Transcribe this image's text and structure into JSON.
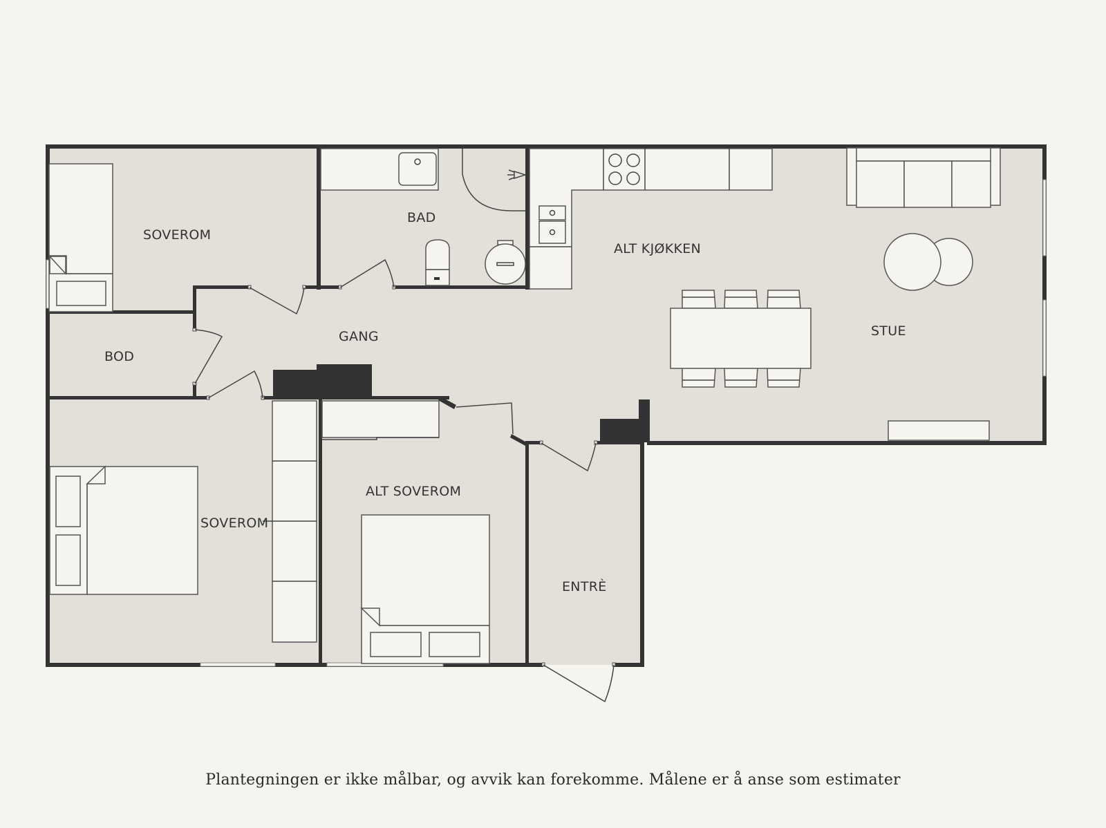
{
  "colors": {
    "background": "#f5f4ef",
    "floor": "#e3e0da",
    "wall": "#333333",
    "furniture": "#f5f4ef",
    "text": "#333333"
  },
  "rooms": [
    {
      "id": "soverom-1",
      "label": "SOVEROM"
    },
    {
      "id": "bad",
      "label": "BAD"
    },
    {
      "id": "alt-kjokken",
      "label": "ALT KJØKKEN"
    },
    {
      "id": "stue",
      "label": "STUE"
    },
    {
      "id": "gang",
      "label": "GANG"
    },
    {
      "id": "bod",
      "label": "BOD"
    },
    {
      "id": "soverom-2",
      "label": "SOVEROM"
    },
    {
      "id": "alt-soverom",
      "label": "ALT SOVEROM"
    },
    {
      "id": "entre",
      "label": "ENTRÈ"
    }
  ],
  "furniture": [
    "single-bed",
    "bathroom-counter",
    "sink",
    "shower",
    "toilet",
    "washing-machine",
    "kitchen-counter",
    "cooktop",
    "double-sink",
    "dining-table",
    "dining-chairs",
    "sofa",
    "round-coffee-tables",
    "tv-bench",
    "double-bed",
    "wardrobe",
    "double-bed-2"
  ],
  "caption": "Plantegningen er ikke målbar, og avvik kan forekomme. Målene er å anse som estimater"
}
